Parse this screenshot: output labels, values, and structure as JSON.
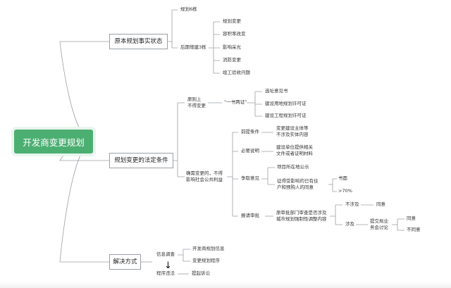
{
  "root": "开发商变更规划",
  "branches": {
    "status": {
      "label": "原本规划事实状态",
      "built": "规划6栋",
      "added": "后期增建3栋",
      "added_items": [
        "规划变更",
        "容积率改变",
        "影响采光",
        "消防变更",
        "竣工验收问题"
      ]
    },
    "legal": {
      "label": "规划变更的法定条件",
      "principle": "原则上\n不得变更",
      "one_book_two_permits": "“一书两证”",
      "permits": [
        "选址意见书",
        "建设用地规划许可证",
        "建设工程规划许可证"
      ],
      "exception": "确需变更的，不得\n影响社会公共利益",
      "prerequisite": {
        "label": "前提条件",
        "detail": "变更建设主体等\n不涉及实体内容"
      },
      "explain": {
        "label": "必要说明",
        "detail": "建设单位提供相关\n文件或者证明材料"
      },
      "opinion": {
        "label": "争取意见",
        "public_notice": "项目所在地公示",
        "consult": "征得受影响的已有住\n户和预购人的同意",
        "written": "书面",
        "ratio": ">70%"
      },
      "approval": {
        "label": "报请审批",
        "detail": "原审批部门审查是否涉及\n城市规划强制性调整内容",
        "not_involved": "不涉及",
        "not_involved_result": "同意",
        "involved": "涉及",
        "meeting": "提交局业\n务会讨论",
        "results": [
          "同意",
          "不同意"
        ]
      }
    },
    "solution": {
      "label": "解决方式",
      "info_survey": "信息调查",
      "info_items": [
        "开发商规划信息",
        "变更规划程序"
      ],
      "arrow": "↓",
      "procedure": "程序违法",
      "lawsuit": "提起诉讼"
    }
  },
  "colors": {
    "root_fill": "#4caf72",
    "line": "#9aa0a6",
    "text": "#333333"
  }
}
